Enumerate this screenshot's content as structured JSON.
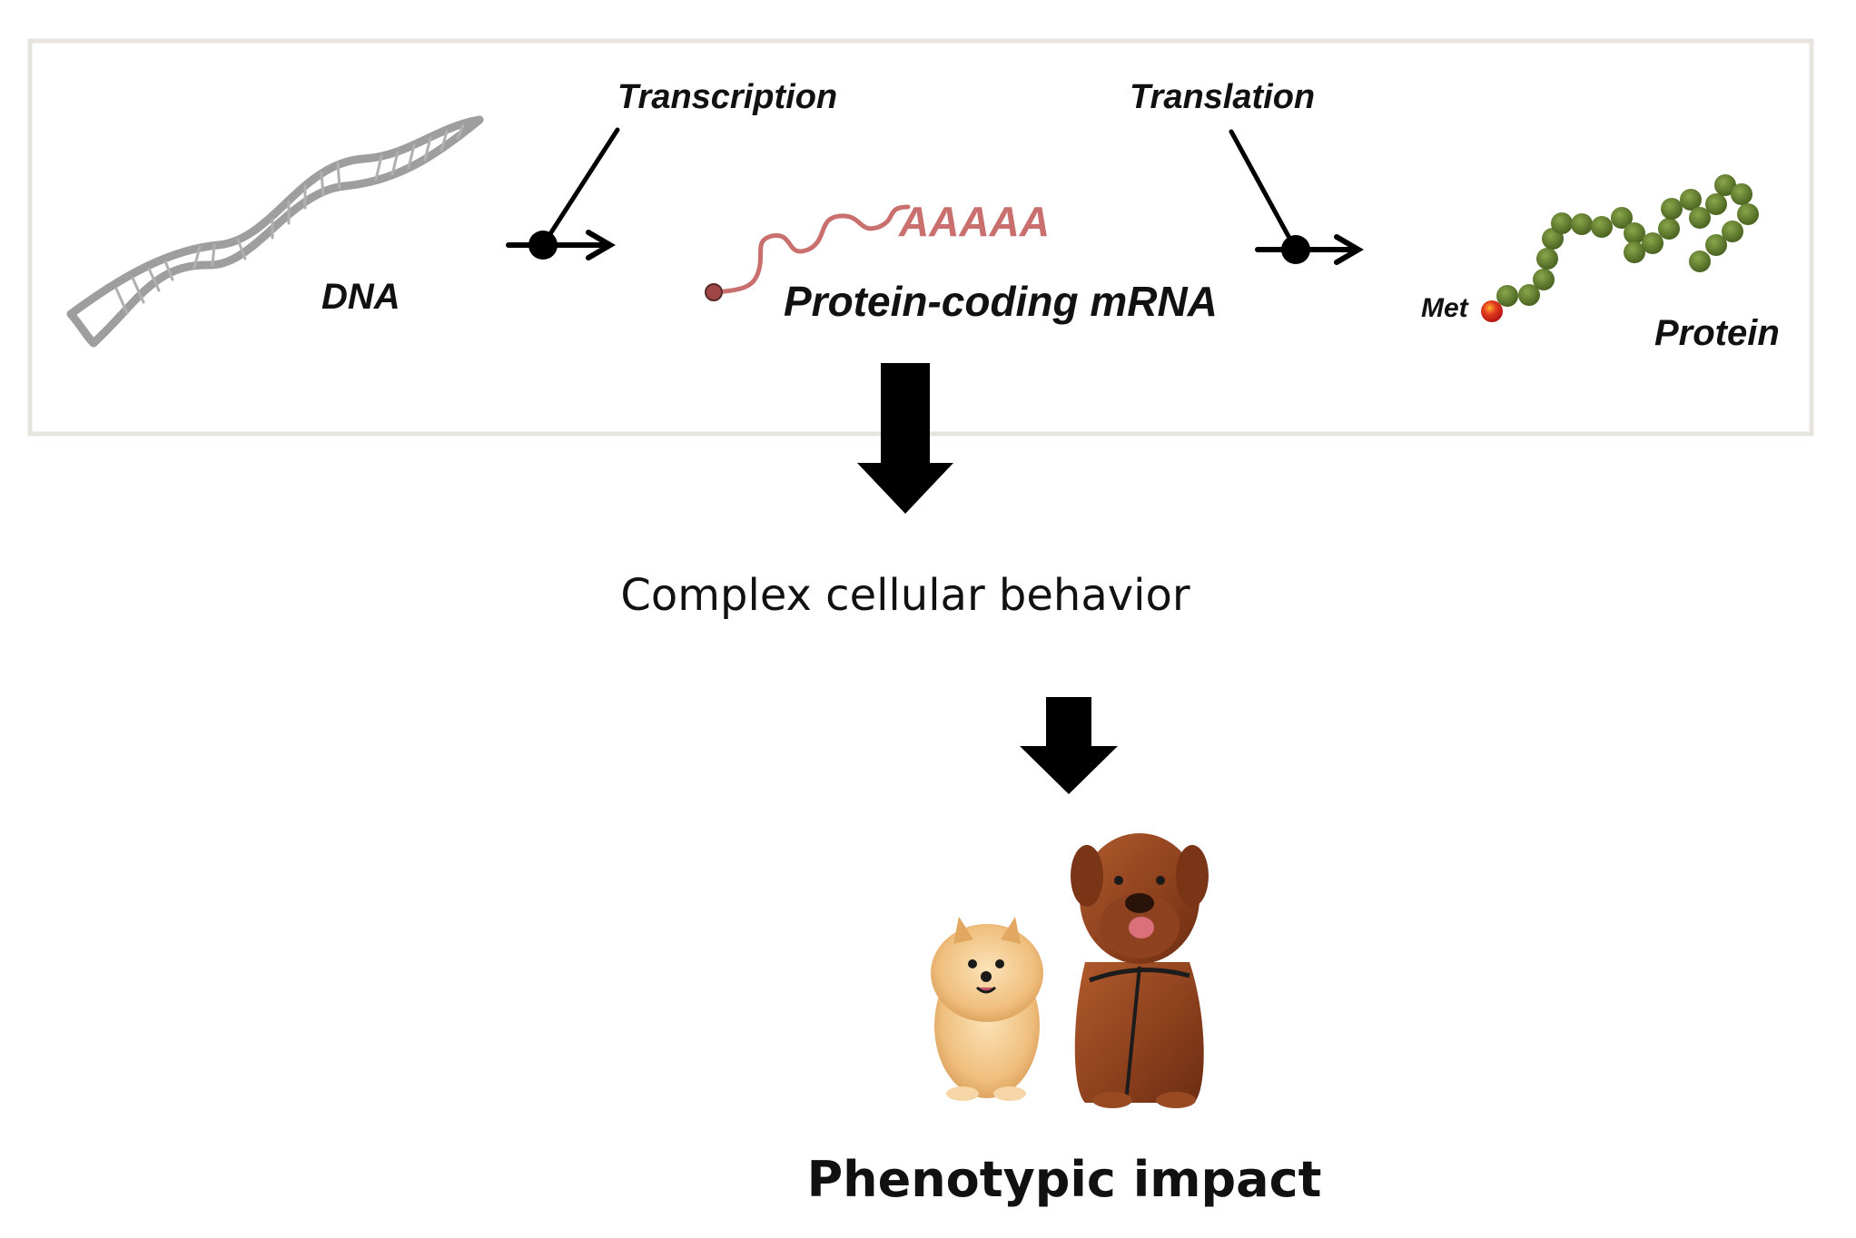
{
  "labels": {
    "dna": "DNA",
    "transcription": "Transcription",
    "translation": "Translation",
    "poly_a": "AAAAA",
    "mrna": "Protein-coding mRNA",
    "met": "Met",
    "protein": "Protein",
    "cellular": "Complex cellular behavior",
    "phenotype": "Phenotypic impact"
  },
  "colors": {
    "box_border": "#e6e4dc",
    "dna": "#9e9e9e",
    "mrna": "#c9706f",
    "protein_bead": "#5f7a2c",
    "met_bead": "#d62a1e",
    "arrow": "#000000"
  },
  "icons": {
    "dna": "dna-helix-icon",
    "mrna": "mrna-strand-icon",
    "protein": "protein-chain-icon",
    "dogs": "dogs-image"
  }
}
